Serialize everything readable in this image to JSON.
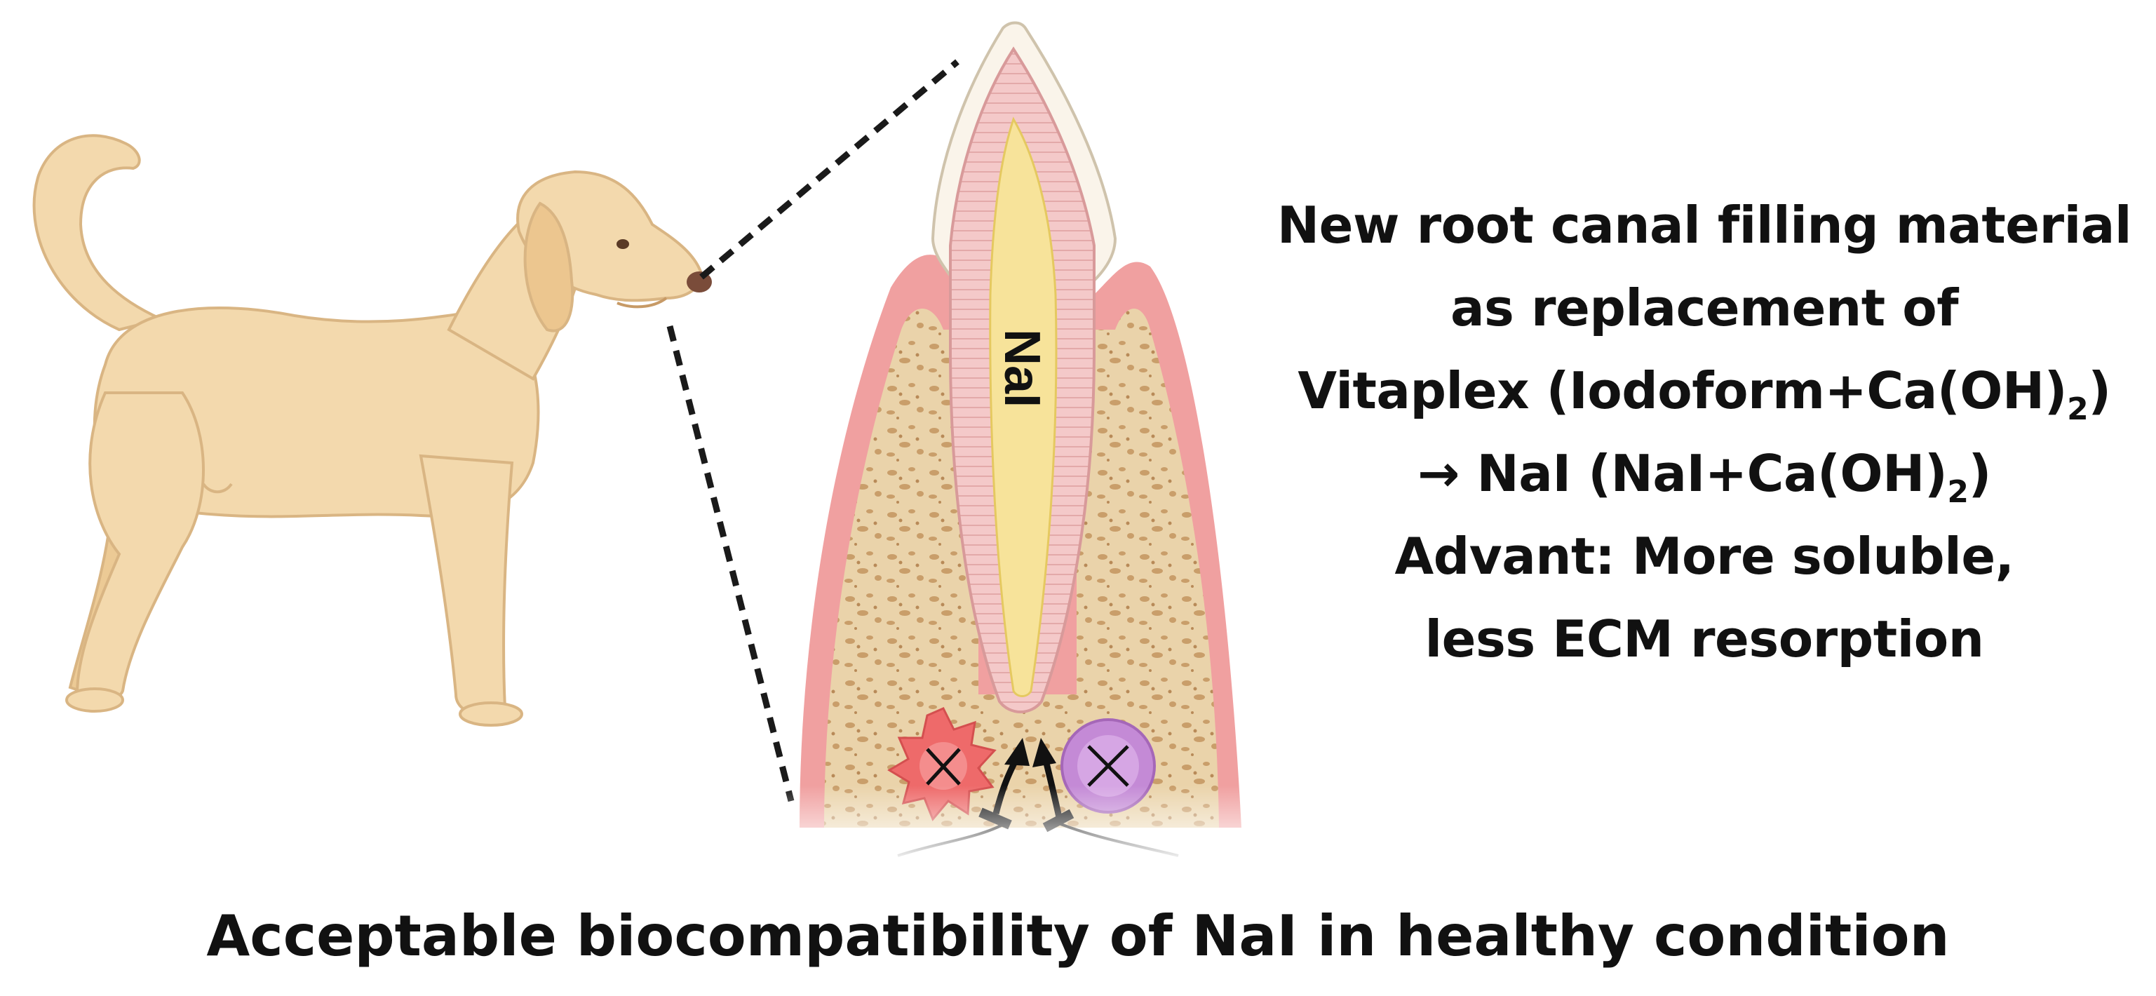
{
  "tooth": {
    "label": "NaI"
  },
  "description": {
    "line1": "New root canal filling material",
    "line2": "as replacement of",
    "line3_main": "Vitaplex (Iodoform+Ca(OH)",
    "line3_sub": "2",
    "line3_end": ")",
    "line4_main": "→ NaI (NaI+Ca(OH)",
    "line4_sub": "2",
    "line4_end": ")",
    "line5": "Advant:  More soluble,",
    "line6": "less ECM resorption"
  },
  "caption": "Acceptable biocompatibility of NaI in healthy condition",
  "colors": {
    "dog_fur": "#f3d9ad",
    "dog_outline": "#d9b583",
    "gum": "#f0a0a0",
    "bone": "#e8cfa4",
    "pulp": "#f7e39a",
    "dentin": "#f6cfcf",
    "enamel": "#faf4ea",
    "osteoclast": "#ee6a6a",
    "macrophage": "#c48ad6"
  },
  "icons": [
    "dog-illustration",
    "tooth-illustration",
    "osteoclast-cell-icon",
    "macrophage-cell-icon",
    "inhibition-arrow-icon"
  ]
}
